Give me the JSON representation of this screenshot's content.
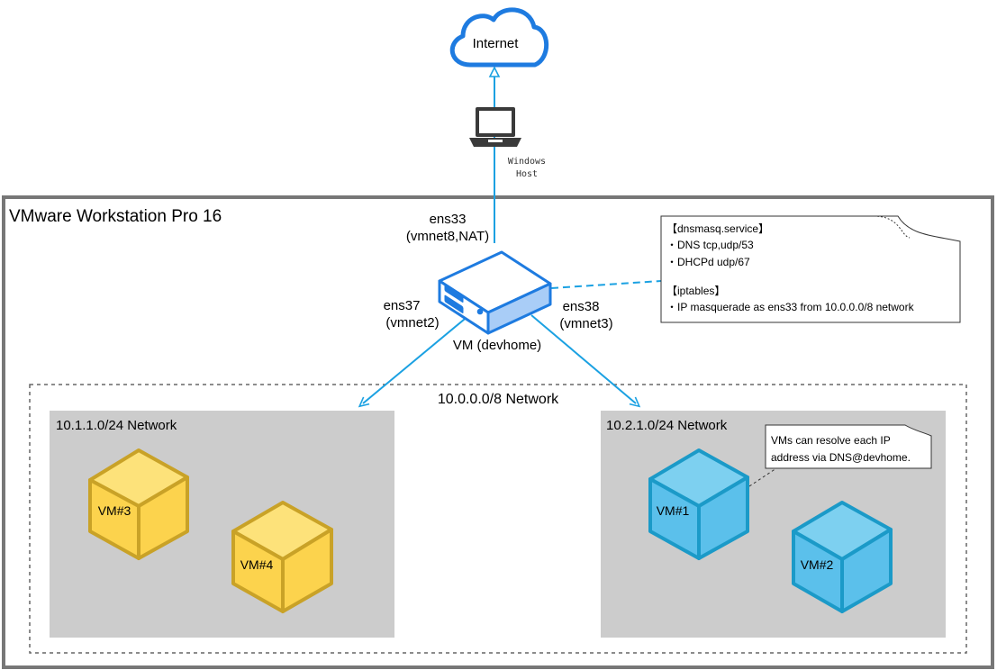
{
  "internet": {
    "label": "Internet"
  },
  "windows_host": {
    "line1": "Windows",
    "line2": "Host"
  },
  "workstation": {
    "title": "VMware Workstation Pro 16"
  },
  "vm_server": {
    "label": "VM (devhome)",
    "ens33_line1": "ens33",
    "ens33_line2": "(vmnet8,NAT)",
    "ens37_line1": "ens37",
    "ens37_line2": "(vmnet2)",
    "ens38_line1": "ens38",
    "ens38_line2": "(vmnet3)"
  },
  "note_services": {
    "line1": "【dnsmasq.service】",
    "line2": "・DNS tcp,udp/53",
    "line3": "・DHCPd udp/67",
    "line4": "【iptables】",
    "line5": "・IP masquerade as ens33 from 10.0.0.0/8 network"
  },
  "network_outer": {
    "label": "10.0.0.0/8 Network"
  },
  "network_left": {
    "label": "10.1.1.0/24 Network",
    "vm_a": "VM#3",
    "vm_b": "VM#4"
  },
  "network_right": {
    "label": "10.2.1.0/24 Network",
    "vm_a": "VM#1",
    "vm_b": "VM#2"
  },
  "note_dns": {
    "line1": "VMs can resolve each IP",
    "line2": "address via DNS@devhome."
  },
  "colors": {
    "link": "#1ba1e2",
    "cloud": "#1e7be0",
    "server": "#1e7be0",
    "cube_yellow": "#fcd34d",
    "cube_yellow_stroke": "#c9a227",
    "cube_blue": "#5bc0eb",
    "cube_blue_stroke": "#1b9ac8",
    "subnet_bg": "#cccccc"
  }
}
